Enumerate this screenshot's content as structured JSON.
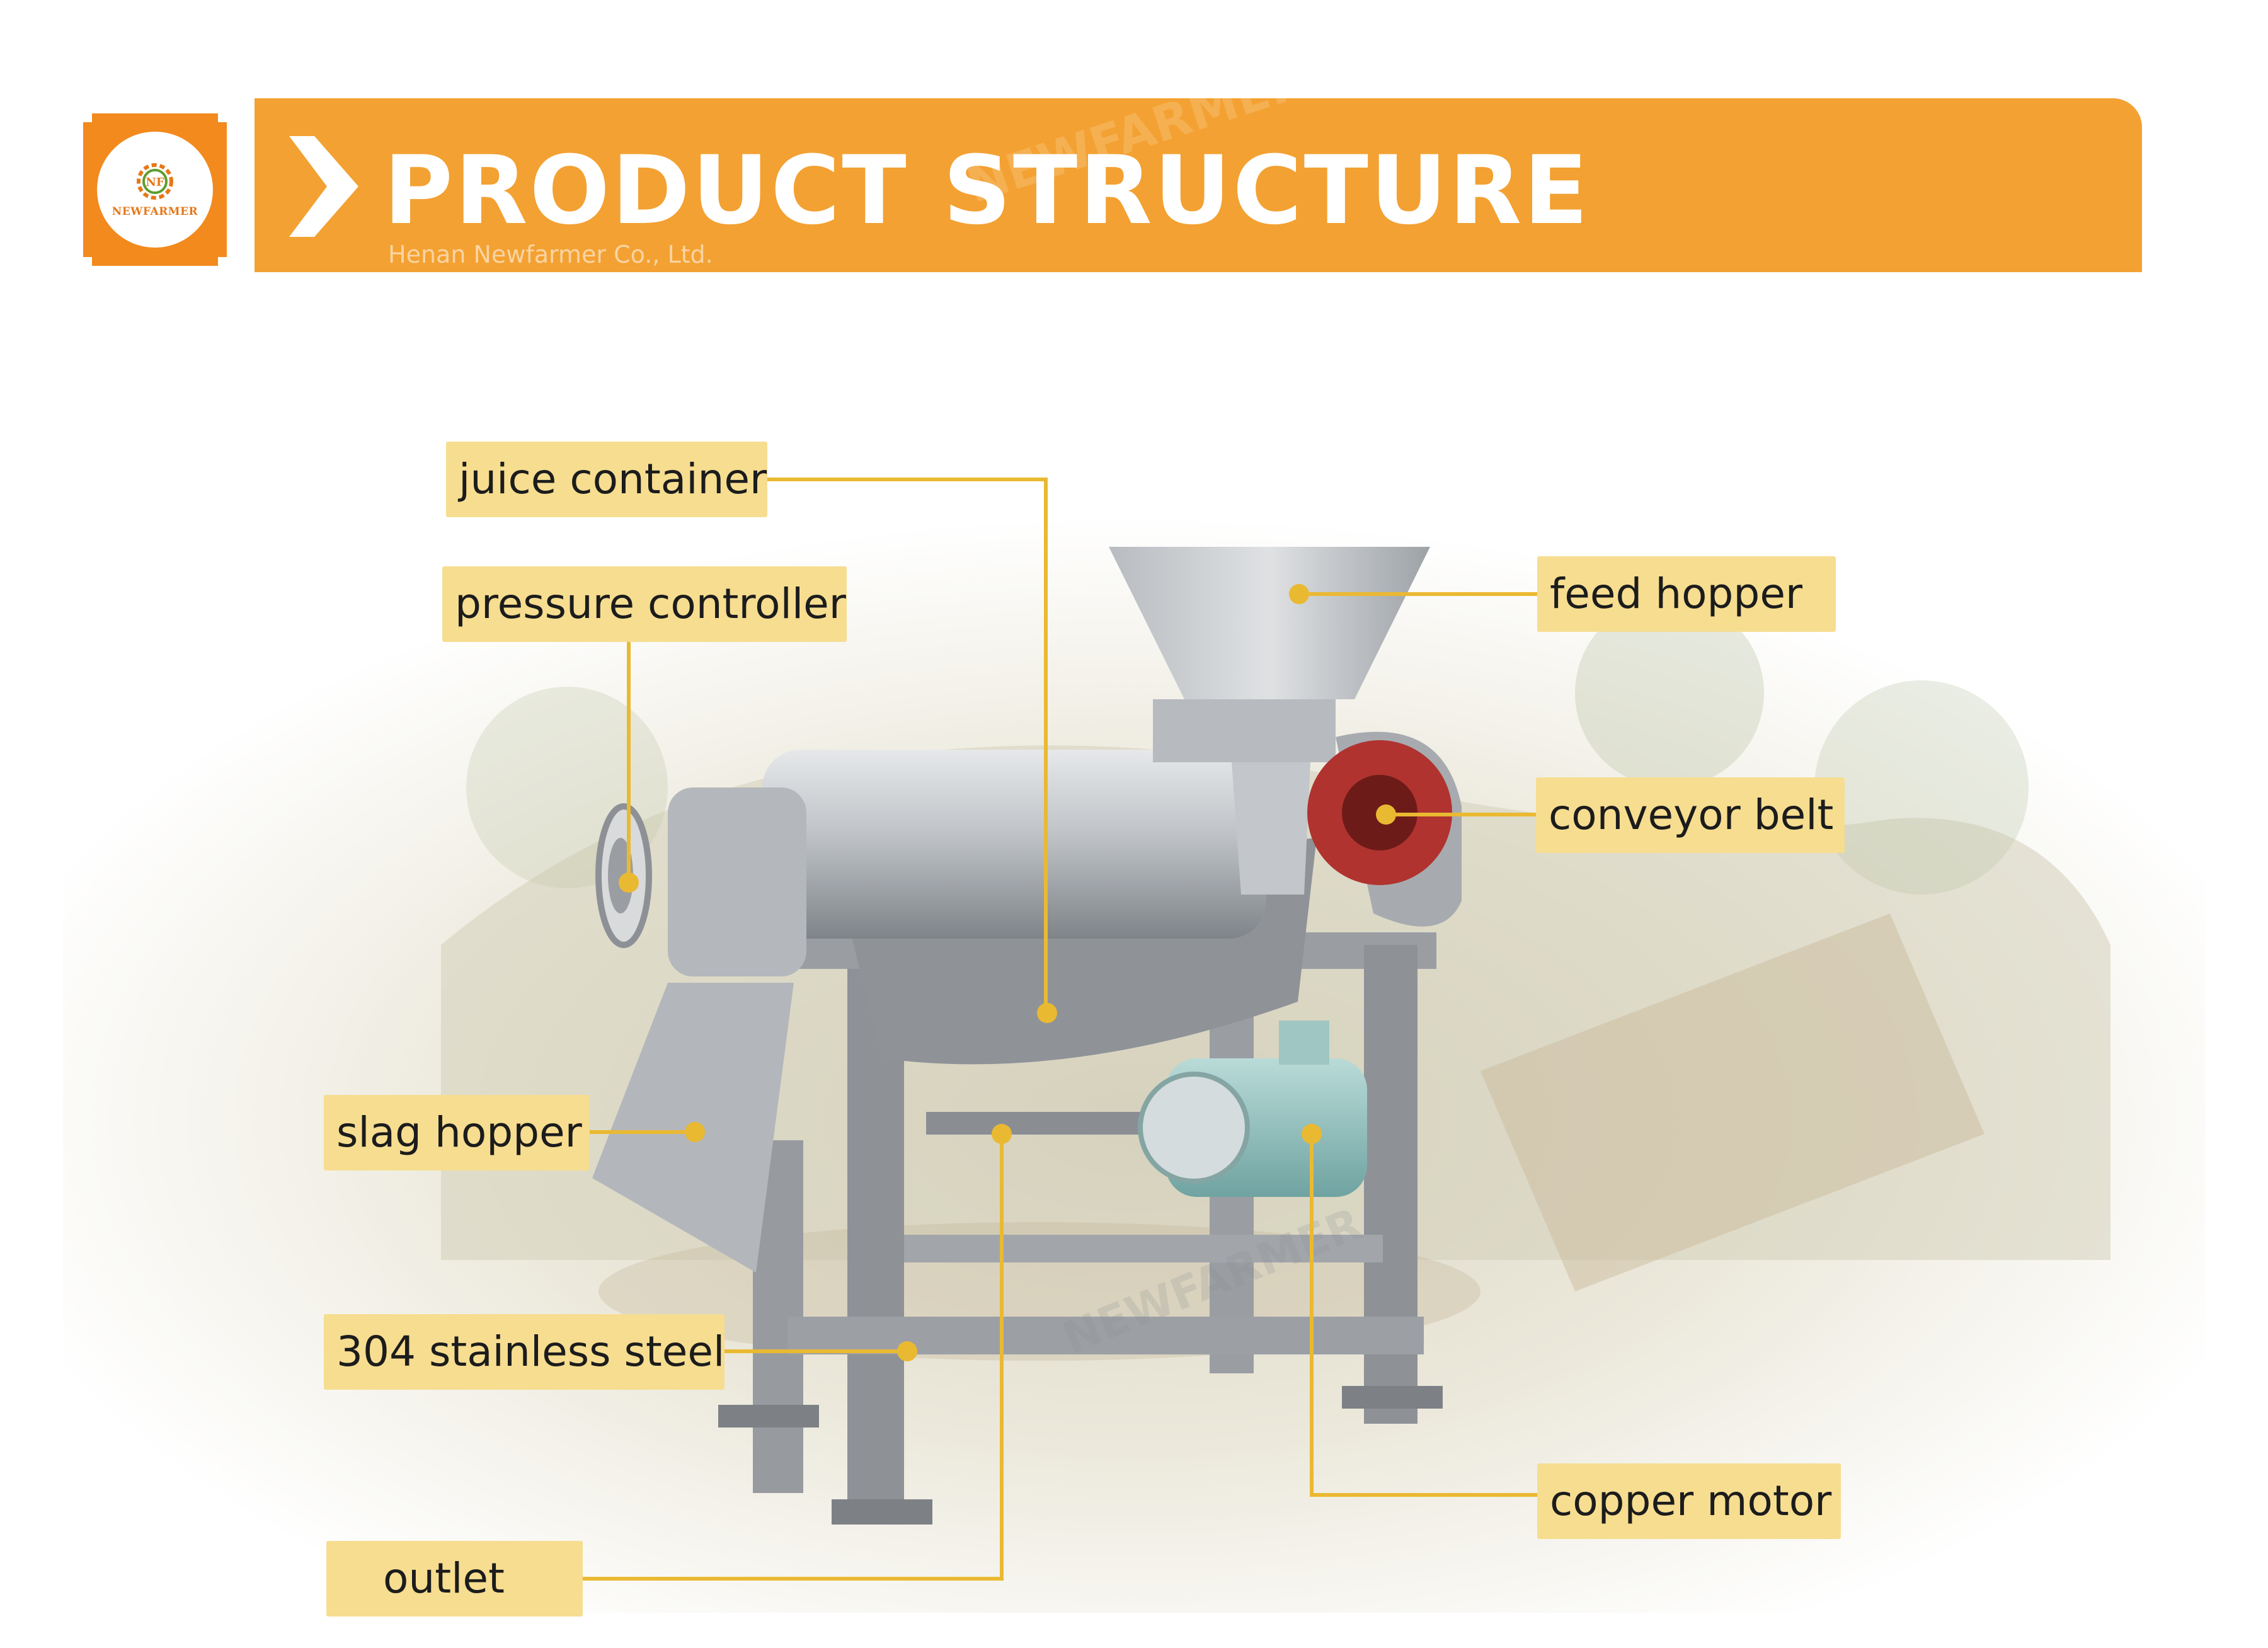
{
  "brand": {
    "logo_text": "NEWFARMER",
    "logo_monogram": "NF",
    "company": "Henan Newfarmer Co., Ltd.",
    "watermark": "NEWFARMER"
  },
  "header": {
    "title": "PRODUCT STRUCTURE"
  },
  "labels": {
    "juice_container": "juice container",
    "pressure_controller": "pressure controller",
    "slag_hopper": "slag hopper",
    "stainless_steel": "304 stainless steel",
    "outlet": "outlet",
    "feed_hopper": "feed hopper",
    "conveyor_belt": "conveyor belt",
    "copper_motor": "copper motor"
  },
  "colors": {
    "header_orange": "#f3a132",
    "logo_orange": "#f28a1e",
    "label_fill": "#f6dd90",
    "leader_line": "#eab932",
    "machine_steel": "#a9adb2",
    "pulley_red": "#b0332f",
    "motor_teal": "#8fc0be"
  }
}
